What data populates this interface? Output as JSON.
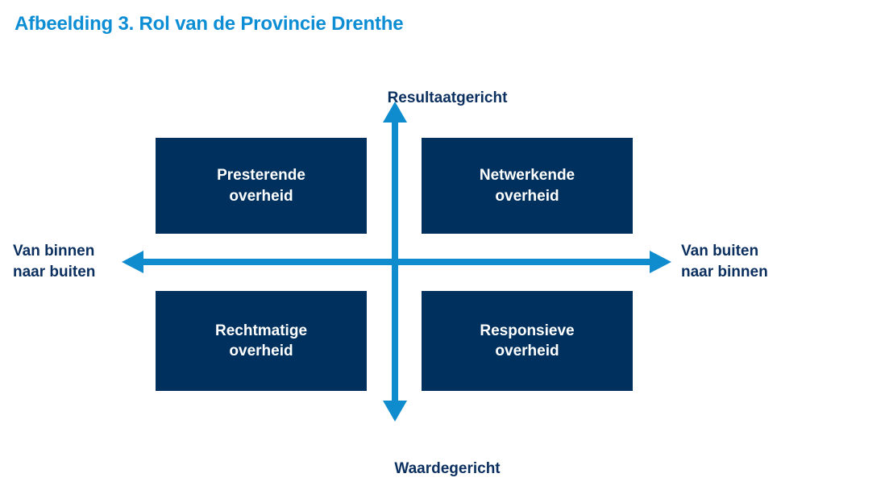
{
  "figure": {
    "title": "Afbeelding 3. Rol van de Provincie Drenthe",
    "title_color": "#0c8dd4"
  },
  "axes": {
    "vertical": {
      "top_label": "Resultaatgericht",
      "bottom_label": "Waardegericht",
      "arrow_color": "#0e8ccd"
    },
    "horizontal": {
      "left_label": "Van binnen\nnaar buiten",
      "right_label": "Van buiten\nnaar binnen",
      "arrow_color": "#0e8ccd"
    },
    "label_color": "#0b2f5e"
  },
  "quadrants": [
    {
      "id": "top-left",
      "label": "Presterende\noverheid",
      "fill": "#00305d",
      "text_color": "#ffffff"
    },
    {
      "id": "top-right",
      "label": "Netwerkende\noverheid",
      "fill": "#00305d",
      "text_color": "#ffffff"
    },
    {
      "id": "bottom-left",
      "label": "Rechtmatige\noverheid",
      "fill": "#00305d",
      "text_color": "#ffffff"
    },
    {
      "id": "bottom-right",
      "label": "Responsieve\noverheid",
      "fill": "#00305d",
      "text_color": "#ffffff"
    }
  ]
}
